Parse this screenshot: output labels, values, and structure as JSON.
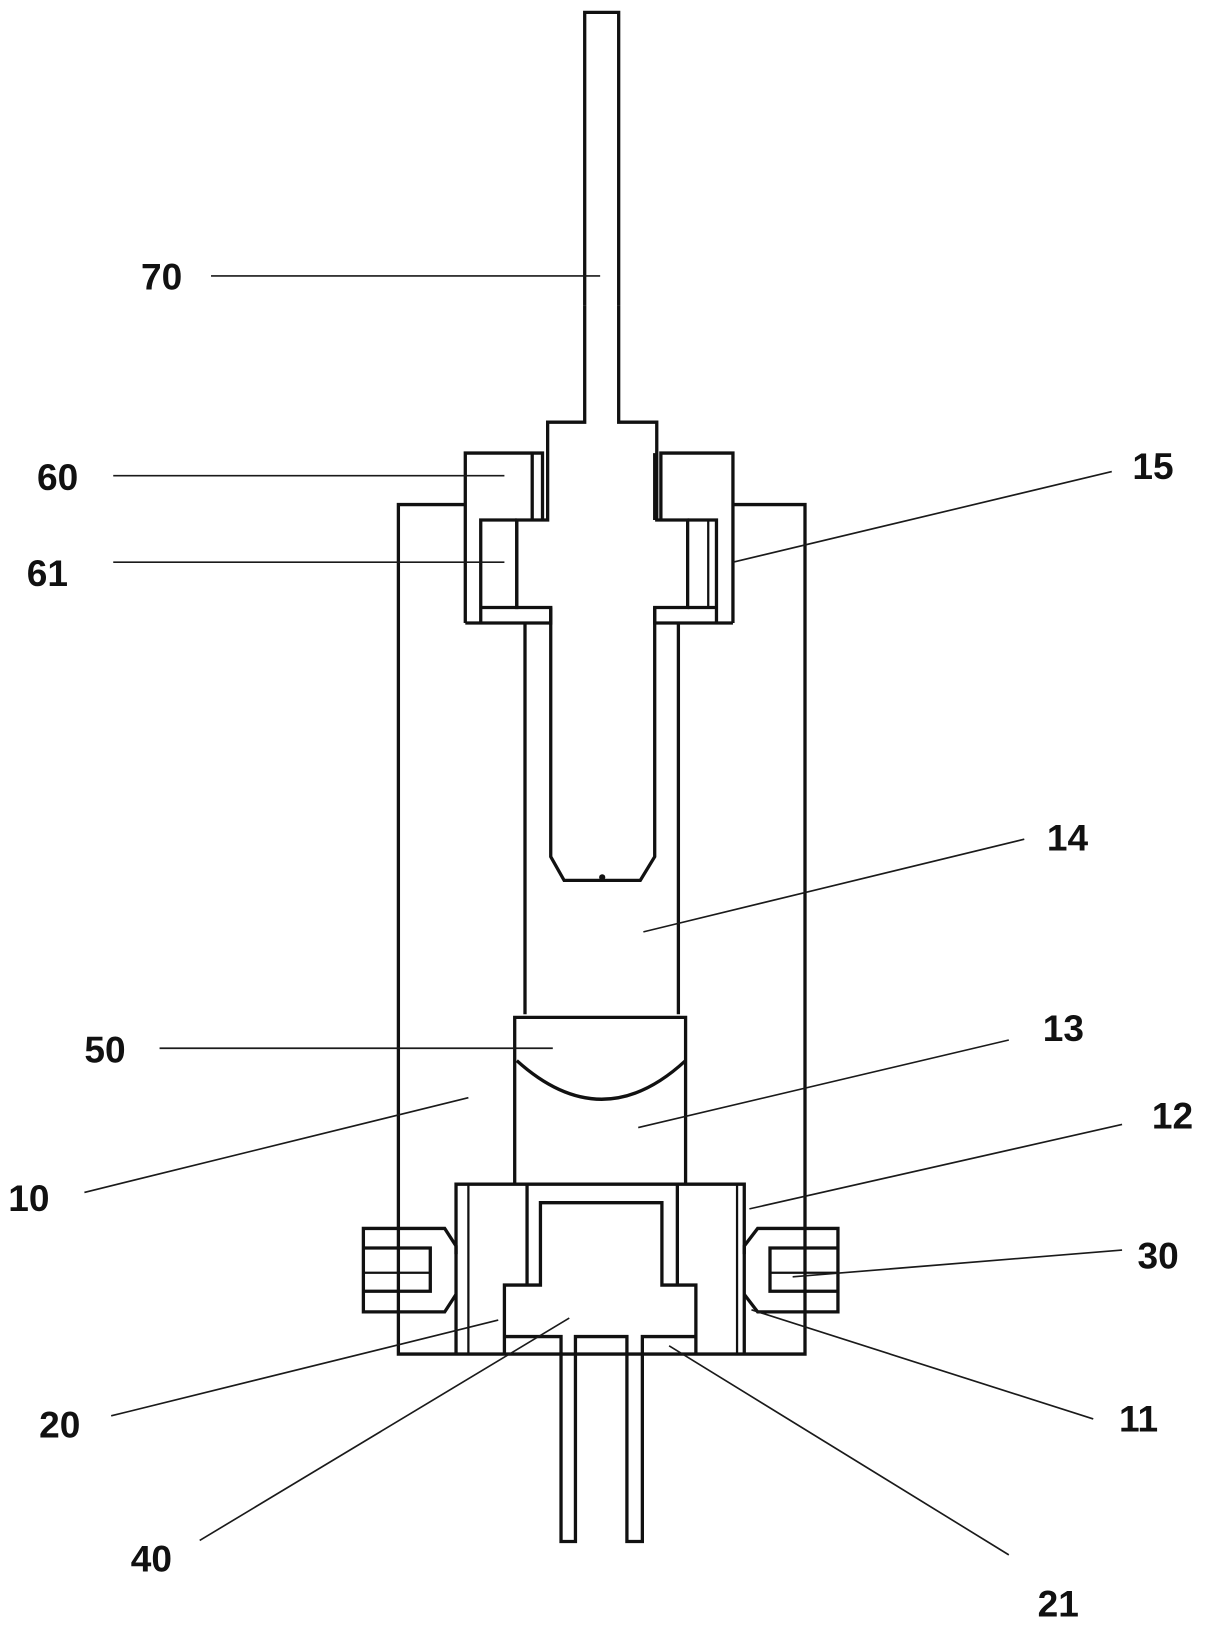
{
  "figure": {
    "type": "mechanical cross-section drawing",
    "line_color": "#111111",
    "background": "#ffffff"
  },
  "labels": {
    "l70": "70",
    "l60": "60",
    "l61": "61",
    "l15": "15",
    "l14": "14",
    "l50": "50",
    "l13": "13",
    "l10": "10",
    "l12": "12",
    "l30": "30",
    "l20": "20",
    "l11": "11",
    "l40": "40",
    "l21": "21"
  }
}
